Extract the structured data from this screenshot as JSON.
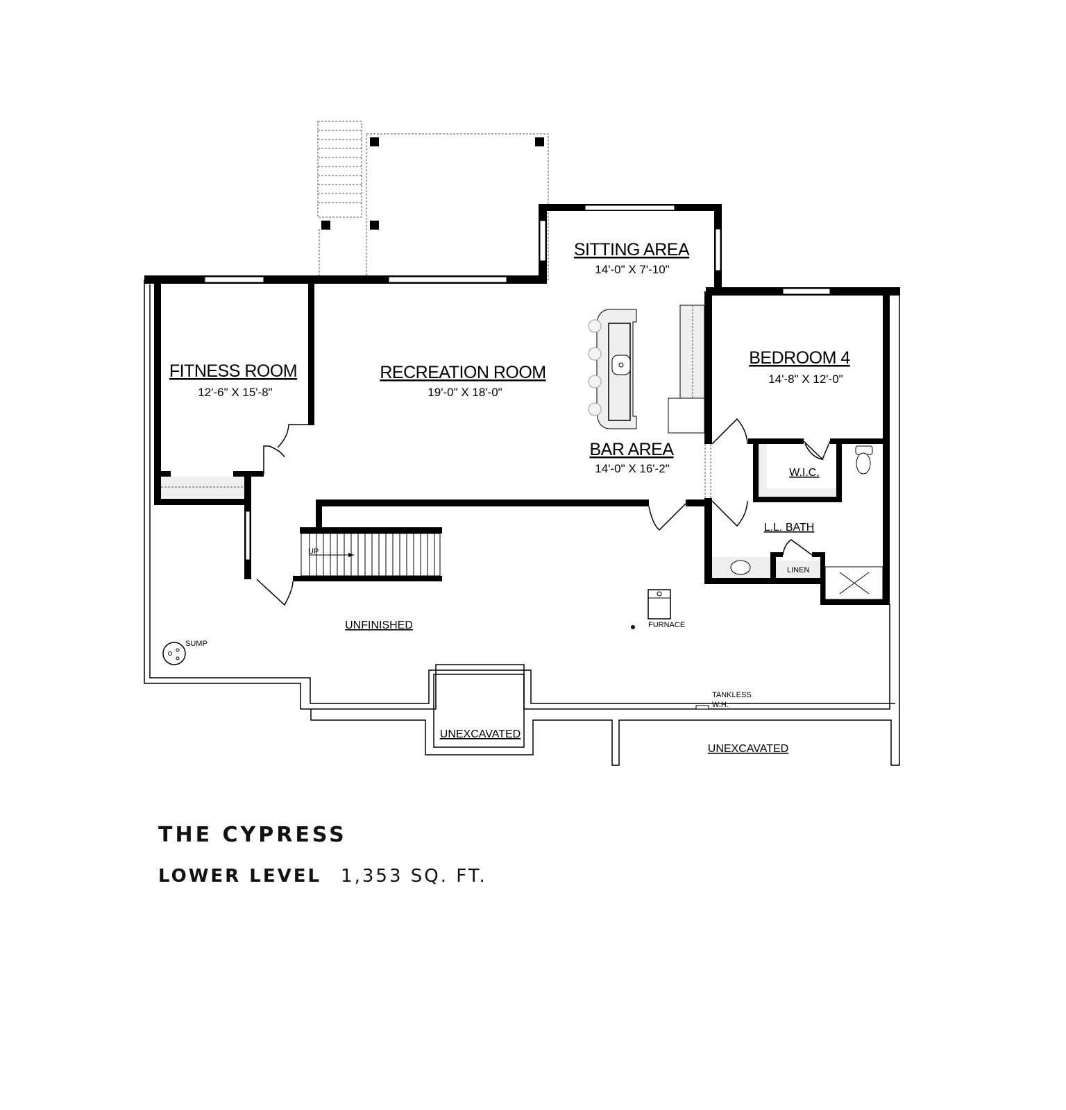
{
  "plan": {
    "rooms": {
      "sitting": {
        "name": "SITTING AREA",
        "size": "14'-0\" X 7'-10\""
      },
      "fitness": {
        "name": "FITNESS ROOM",
        "size": "12'-6\" X 15'-8\""
      },
      "recreation": {
        "name": "RECREATION ROOM",
        "size": "19'-0\" X 18'-0\""
      },
      "bedroom": {
        "name": "BEDROOM 4",
        "size": "14'-8\" X 12'-0\""
      },
      "bar": {
        "name": "BAR AREA",
        "size": "14'-0\" X 16'-2\""
      },
      "wic": {
        "name": "W.I.C."
      },
      "bath": {
        "name": "L.L. BATH"
      },
      "linen": {
        "name": "LINEN"
      },
      "unfinished": {
        "name": "UNFINISHED"
      },
      "unexcavated_1": {
        "name": "UNEXCAVATED"
      },
      "unexcavated_2": {
        "name": "UNEXCAVATED"
      }
    },
    "labels": {
      "up": "UP",
      "sump": "SUMP",
      "furnace": "FURNACE",
      "water_heater_1": "TANKLESS",
      "water_heater_2": "W.H."
    }
  },
  "footer": {
    "title": "THE CYPRESS",
    "level": "LOWER LEVEL",
    "area": "1,353 SQ. FT."
  }
}
